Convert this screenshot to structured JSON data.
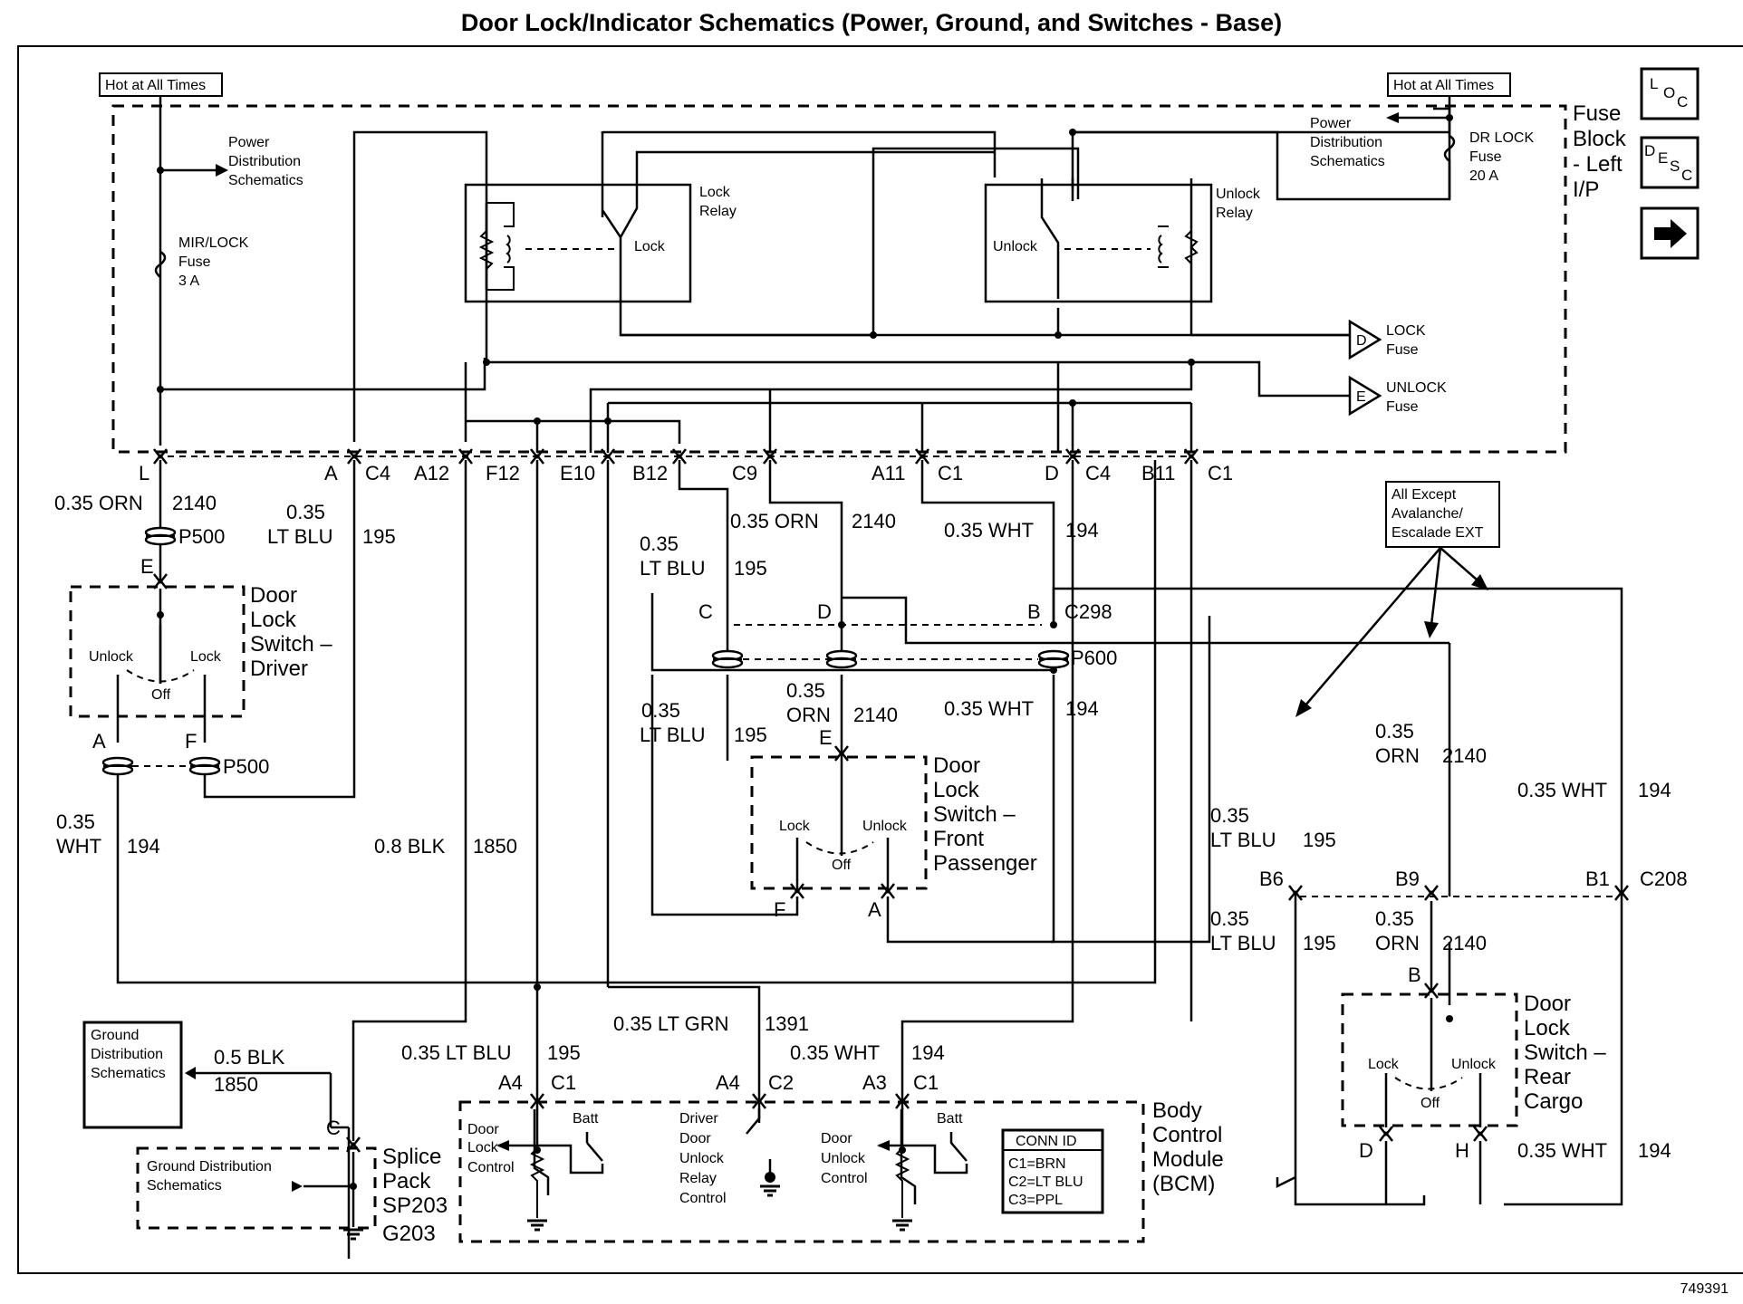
{
  "title": "Door Lock/Indicator Schematics (Power, Ground, and Switches - Base)",
  "figure_number": "749391",
  "nav": {
    "loc": "LOC",
    "desc": "DESC",
    "next_icon": "arrow-right-icon"
  },
  "labels": {
    "hot_left": "Hot at All Times",
    "hot_right": "Hot at All Times",
    "pds_left": [
      "Power",
      "Distribution",
      "Schematics"
    ],
    "pds_right": [
      "Power",
      "Distribution",
      "Schematics"
    ],
    "mir_fuse": [
      "MIR/LOCK",
      "Fuse",
      "3 A"
    ],
    "dr_fuse": [
      "DR LOCK",
      "Fuse",
      "20 A"
    ],
    "fuse_block": [
      "Fuse",
      "Block",
      "- Left",
      "I/P"
    ],
    "lock_relay": [
      "Lock",
      "Relay"
    ],
    "lock_contact": "Lock",
    "unlock_relay": [
      "Unlock",
      "Relay"
    ],
    "unlock_contact": "Unlock",
    "lock_fuse_letter": "D",
    "lock_fuse": [
      "LOCK",
      "Fuse"
    ],
    "unlock_fuse_letter": "E",
    "unlock_fuse": [
      "UNLOCK",
      "Fuse"
    ],
    "pins": [
      "L",
      "A",
      "C4",
      "A12",
      "F12",
      "E10",
      "B12",
      "C9",
      "A11",
      "C1",
      "D",
      "C4",
      "B11",
      "C1"
    ],
    "wires": {
      "w1": [
        "0.35 ORN",
        "2140"
      ],
      "w2": [
        "0.35",
        "LT BLU",
        "195"
      ],
      "w3": [
        "0.35 ORN",
        "2140"
      ],
      "w4": [
        "0.35",
        "LT BLU",
        "195"
      ],
      "w5": [
        "0.35 WHT",
        "194"
      ],
      "w6": [
        "0.35",
        "WHT",
        "194"
      ],
      "w7": [
        "0.8 BLK",
        "1850"
      ],
      "w8": [
        "0.35",
        "LT BLU",
        "195"
      ],
      "w9": [
        "0.35",
        "ORN",
        "2140"
      ],
      "w10": [
        "0.35 WHT",
        "194"
      ],
      "w11": [
        "0.35",
        "ORN",
        "2140"
      ],
      "w12": [
        "0.35 WHT",
        "194"
      ],
      "w13": [
        "0.35",
        "LT BLU",
        "195"
      ],
      "w14": [
        "0.35",
        "LT BLU",
        "195"
      ],
      "w15": [
        "0.35",
        "ORN",
        "2140"
      ],
      "w16": [
        "0.35 LT GRN",
        "1391"
      ],
      "w17": [
        "0.35 LT BLU",
        "195"
      ],
      "w18": [
        "0.35 WHT",
        "194"
      ],
      "w19": [
        "0.5 BLK",
        "1850"
      ],
      "w20": [
        "0.35 WHT",
        "194"
      ]
    },
    "p500_top": "P500",
    "p500_bottom": "P500",
    "driver_switch": [
      "Door",
      "Lock",
      "Switch –",
      "Driver"
    ],
    "sw_unlock": "Unlock",
    "sw_lock": "Lock",
    "sw_off": "Off",
    "pin_E_driver": "E",
    "pin_A_driver": "A",
    "pin_F_driver": "F",
    "c298": "C298",
    "p600": "P600",
    "c298_pins": [
      "C",
      "D",
      "B"
    ],
    "front_pass_switch": [
      "Door",
      "Lock",
      "Switch –",
      "Front",
      "Passenger"
    ],
    "pin_E_pass": "E",
    "pin_F_pass": "F",
    "pin_A_pass": "A",
    "all_except": [
      "All Except",
      "Avalanche/",
      "Escalade EXT"
    ],
    "c208_pins": [
      "B6",
      "B9",
      "B1"
    ],
    "c208": "C208",
    "rear_switch": [
      "Door",
      "Lock",
      "Switch –",
      "Rear",
      "Cargo"
    ],
    "pin_B_rear": "B",
    "pin_D_rear": "D",
    "pin_H_rear": "H",
    "ground_dist": [
      "Ground",
      "Distribution",
      "Schematics"
    ],
    "splice_ground": [
      "Ground Distribution",
      "Schematics"
    ],
    "pin_C_splice": "C",
    "splice_pack": [
      "Splice",
      "Pack",
      "SP203",
      "G203"
    ],
    "bcm_pins": [
      "A4",
      "C1",
      "A4",
      "C2",
      "A3",
      "C1"
    ],
    "bcm": [
      "Body",
      "Control",
      "Module",
      "(BCM)"
    ],
    "door_lock_control": [
      "Door",
      "Lock",
      "Control"
    ],
    "batt": "Batt",
    "driver_unlock_relay": [
      "Driver",
      "Door",
      "Unlock",
      "Relay",
      "Control"
    ],
    "door_unlock_control": [
      "Door",
      "Unlock",
      "Control"
    ],
    "conn_id": [
      "CONN ID",
      "C1=BRN",
      "C2=LT BLU",
      "C3=PPL"
    ]
  }
}
